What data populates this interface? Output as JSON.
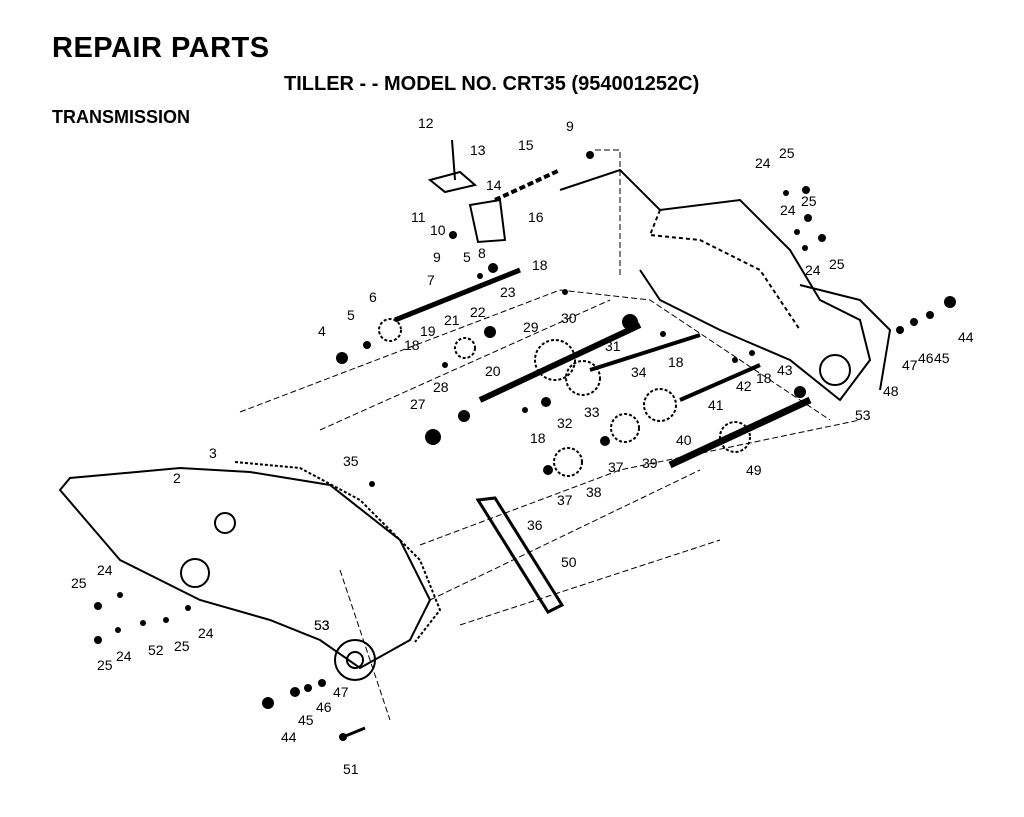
{
  "header": {
    "title": "REPAIR PARTS",
    "subtitle": "TILLER - - MODEL NO. CRT35 (954001252C)",
    "section": "TRANSMISSION"
  },
  "callouts": [
    "12",
    "13",
    "15",
    "9",
    "14",
    "16",
    "11",
    "10",
    "9",
    "8",
    "7",
    "5",
    "18",
    "23",
    "6",
    "5",
    "22",
    "21",
    "30",
    "29",
    "19",
    "4",
    "18",
    "20",
    "31",
    "18",
    "34",
    "28",
    "27",
    "18",
    "32",
    "33",
    "42",
    "18",
    "43",
    "41",
    "3",
    "40",
    "35",
    "37",
    "39",
    "2",
    "38",
    "37",
    "36",
    "49",
    "50",
    "53",
    "24",
    "25",
    "24",
    "25",
    "24",
    "25",
    "44",
    "45",
    "46",
    "47",
    "48",
    "53",
    "25",
    "24",
    "24",
    "25",
    "52",
    "25",
    "24",
    "53",
    "47",
    "46",
    "45",
    "44",
    "51"
  ]
}
